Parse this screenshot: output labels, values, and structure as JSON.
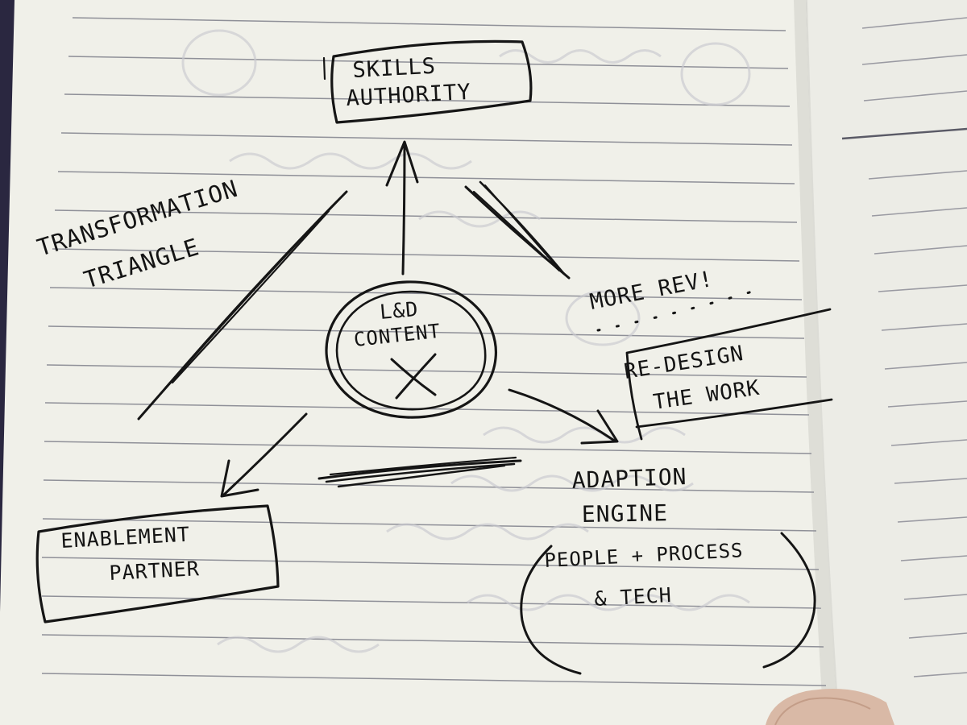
{
  "diagram": {
    "side_note": {
      "line1": "TRANSFORMATION",
      "line2": "TRIANGLE"
    },
    "nodes": {
      "top": {
        "line1": "SKILLS",
        "line2": "AUTHORITY"
      },
      "bottom_left": {
        "line1": "ENABLEMENT",
        "line2": "PARTNER"
      },
      "bottom_right": {
        "line1": "ADAPTION",
        "line2": "ENGINE"
      },
      "center": {
        "line1": "L&D",
        "line2": "CONTENT"
      }
    },
    "notes": {
      "more_rev": "MORE REV!",
      "redesign_line1": "RE-DESIGN",
      "redesign_line2": "THE WORK",
      "people_line1": "PEOPLE + PROCESS",
      "people_line2": "& TECH"
    }
  }
}
